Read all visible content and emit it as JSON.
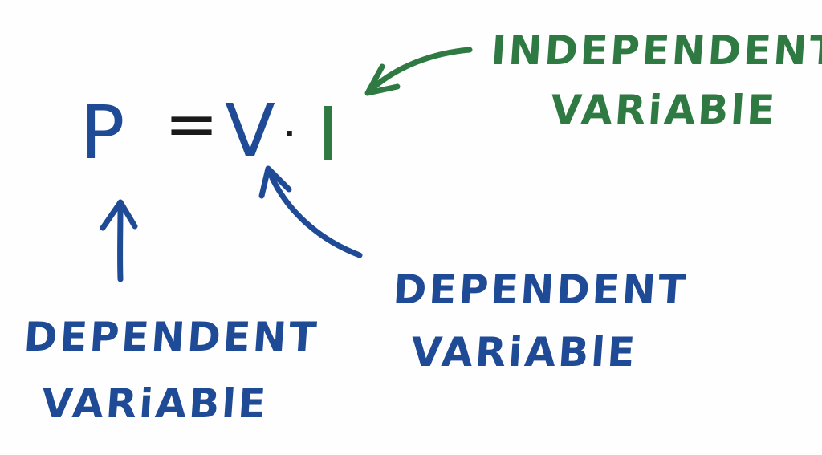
{
  "equation": {
    "power": "P",
    "equals": "=",
    "voltage": "V",
    "dot": "·",
    "current": "I"
  },
  "labels": {
    "independent_line1": "INDEPENDENT",
    "independent_line2": "VARiABlE",
    "dependent_mid_line1": "DEPENDENT",
    "dependent_mid_line2": "VARiABlE",
    "dependent_left_line1": "DEPENDENT",
    "dependent_left_line2": "VARiABlE"
  },
  "colors": {
    "dependent": "#1f4a96",
    "independent": "#2e7a42",
    "operator": "#1a1a1a"
  }
}
